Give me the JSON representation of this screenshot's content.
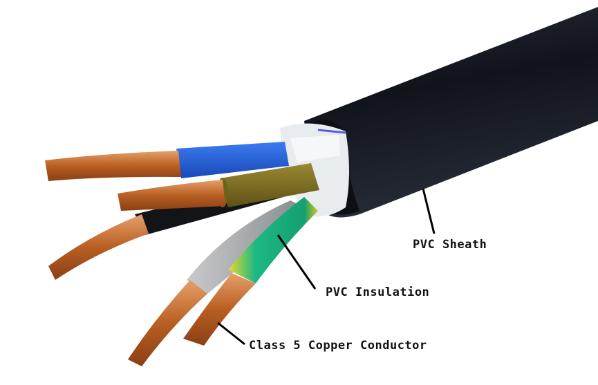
{
  "image": {
    "subject": "Multi-core flexible power cable cross-section",
    "background": "#ffffff"
  },
  "labels": {
    "sheath": "PVC Sheath",
    "insulation": "PVC Insulation",
    "conductor": "Class 5 Copper Conductor"
  },
  "cores": [
    {
      "color_name": "blue",
      "hex": "#1f5fd6"
    },
    {
      "color_name": "brown",
      "hex": "#7a6a1e"
    },
    {
      "color_name": "black",
      "hex": "#121418"
    },
    {
      "color_name": "grey",
      "hex": "#9a9da0"
    },
    {
      "color_name": "green-yellow",
      "hex": "#16b07a"
    }
  ],
  "colors": {
    "sheath": "#14171f",
    "copper": "#c8702c",
    "tape": "#e8ecef",
    "leader_line": "#000000"
  }
}
